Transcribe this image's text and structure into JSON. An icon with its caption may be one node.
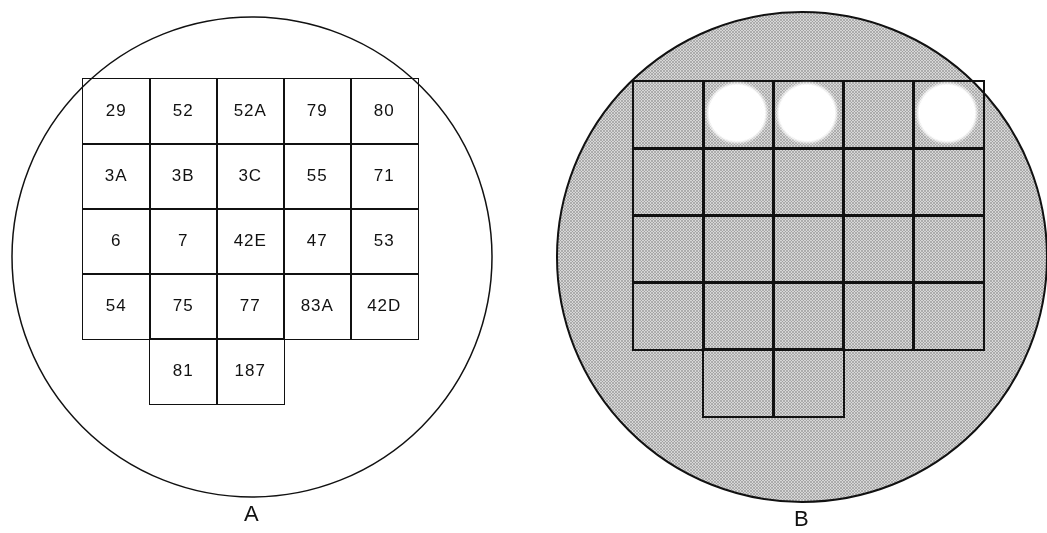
{
  "diagram": {
    "nodes": [
      {
        "text": [
          "A"
        ]
      },
      {
        "text": [
          "29"
        ],
        "in": 0
      },
      {
        "text": [
          "52"
        ],
        "in": 0
      },
      {
        "text": [
          "52A"
        ],
        "in": 0
      },
      {
        "text": [
          "79"
        ],
        "in": 0
      },
      {
        "text": [
          "80"
        ],
        "in": 0
      },
      {
        "text": [
          "3A"
        ],
        "in": 0
      },
      {
        "text": [
          "3B"
        ],
        "in": 0
      },
      {
        "text": [
          "3C"
        ],
        "in": 0
      },
      {
        "text": [
          "55"
        ],
        "in": 0
      },
      {
        "text": [
          "71"
        ],
        "in": 0
      },
      {
        "text": [
          "6"
        ],
        "in": 0
      },
      {
        "text": [
          "7"
        ],
        "in": 0
      },
      {
        "text": [
          "42E"
        ],
        "in": 0
      },
      {
        "text": [
          "47"
        ],
        "in": 0
      },
      {
        "text": [
          "53"
        ],
        "in": 0
      },
      {
        "text": [
          "54"
        ],
        "in": 0
      },
      {
        "text": [
          "75"
        ],
        "in": 0
      },
      {
        "text": [
          "77"
        ],
        "in": 0
      },
      {
        "text": [
          "83A"
        ],
        "in": 0
      },
      {
        "text": [
          "42D"
        ],
        "in": 0
      },
      {
        "text": [
          "81"
        ],
        "in": 0
      },
      {
        "text": [
          "187"
        ],
        "in": 0
      },
      {
        "text": [
          "B"
        ]
      },
      {
        "text": [],
        "shape": "box",
        "in": 23
      },
      {
        "text": [],
        "shape": "box",
        "in": 23
      },
      {
        "text": [],
        "shape": "box",
        "in": 23
      },
      {
        "text": [],
        "shape": "box",
        "in": 23
      },
      {
        "text": [],
        "shape": "box",
        "in": 23
      },
      {
        "text": [],
        "shape": "box",
        "in": 23
      },
      {
        "text": [],
        "shape": "box",
        "in": 23
      },
      {
        "text": [],
        "shape": "box",
        "in": 23
      },
      {
        "text": [],
        "shape": "box",
        "in": 23
      },
      {
        "text": [],
        "shape": "box",
        "in": 23
      },
      {
        "text": [],
        "shape": "box",
        "in": 23
      },
      {
        "text": [],
        "shape": "box",
        "in": 23
      },
      {
        "text": [],
        "shape": "box",
        "in": 23
      },
      {
        "text": [],
        "shape": "box",
        "in": 23
      },
      {
        "text": [],
        "shape": "box",
        "in": 23
      },
      {
        "text": [],
        "shape": "box",
        "in": 23
      },
      {
        "text": [],
        "shape": "box",
        "in": 23
      },
      {
        "text": [],
        "shape": "box",
        "in": 23
      },
      {
        "text": [],
        "shape": "box",
        "in": 23
      },
      {
        "text": [],
        "shape": "box",
        "in": 23
      },
      {
        "text": [],
        "shape": "box",
        "in": 23
      },
      {
        "text": [],
        "shape": "box",
        "in": 23
      },
      {
        "text": [],
        "shape": "circle",
        "in": 25
      },
      {
        "text": [],
        "shape": "circle",
        "in": 26
      },
      {
        "text": [],
        "shape": "circle",
        "in": 28
      }
    ],
    "edges": []
  }
}
